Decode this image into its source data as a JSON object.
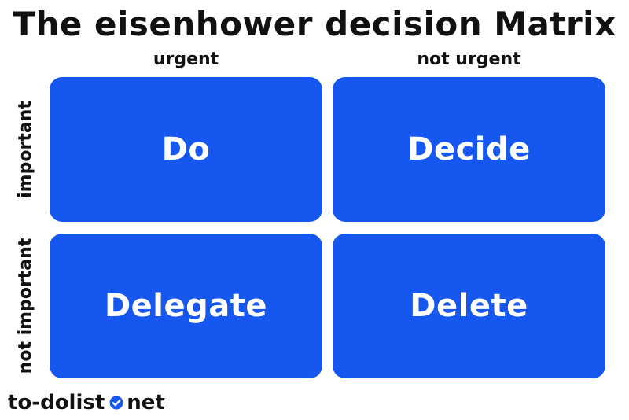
{
  "title": "The eisenhower decision Matrix",
  "columns": [
    "urgent",
    "not urgent"
  ],
  "rows": [
    "important",
    "not important"
  ],
  "cells": [
    {
      "label": "Do"
    },
    {
      "label": "Decide"
    },
    {
      "label": "Delegate"
    },
    {
      "label": "Delete"
    }
  ],
  "footer": {
    "brand_left": "to-dolist",
    "brand_icon": "check-circle-icon",
    "brand_right": "net"
  },
  "colors": {
    "cell": "#1657f0",
    "text": "#111111",
    "cell_text": "#ffffff"
  }
}
